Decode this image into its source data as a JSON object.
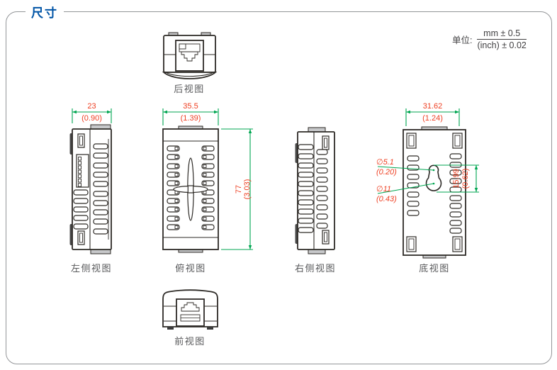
{
  "title": "尺寸",
  "units": {
    "label": "单位:",
    "metric": "mm ± 0.5",
    "imperial": "(inch) ± 0.02"
  },
  "views": {
    "rear": {
      "label": "后视图"
    },
    "front": {
      "label": "前视图"
    },
    "left": {
      "label": "左侧视图",
      "width_mm": "23",
      "width_in": "(0.90)"
    },
    "top": {
      "label": "俯视图",
      "width_mm": "35.5",
      "width_in": "(1.39)",
      "height_mm": "77",
      "height_in": "(3.03)"
    },
    "right": {
      "label": "右侧视图"
    },
    "bottom": {
      "label": "底视图",
      "width_mm": "31.62",
      "width_in": "(1.24)",
      "hole_small_mm": "∅5.1",
      "hole_small_in": "(0.20)",
      "hole_large_mm": "∅11",
      "hole_large_in": "(0.43)",
      "offset_mm": "15.99",
      "offset_in": "(0.62)"
    }
  },
  "colors": {
    "accent_blue": "#0054A6",
    "dim_line_green": "#00A651",
    "dim_text_red": "#EE4023",
    "outline": "#2D2A26",
    "label_gray": "#58595B",
    "border_gray": "#939598"
  }
}
